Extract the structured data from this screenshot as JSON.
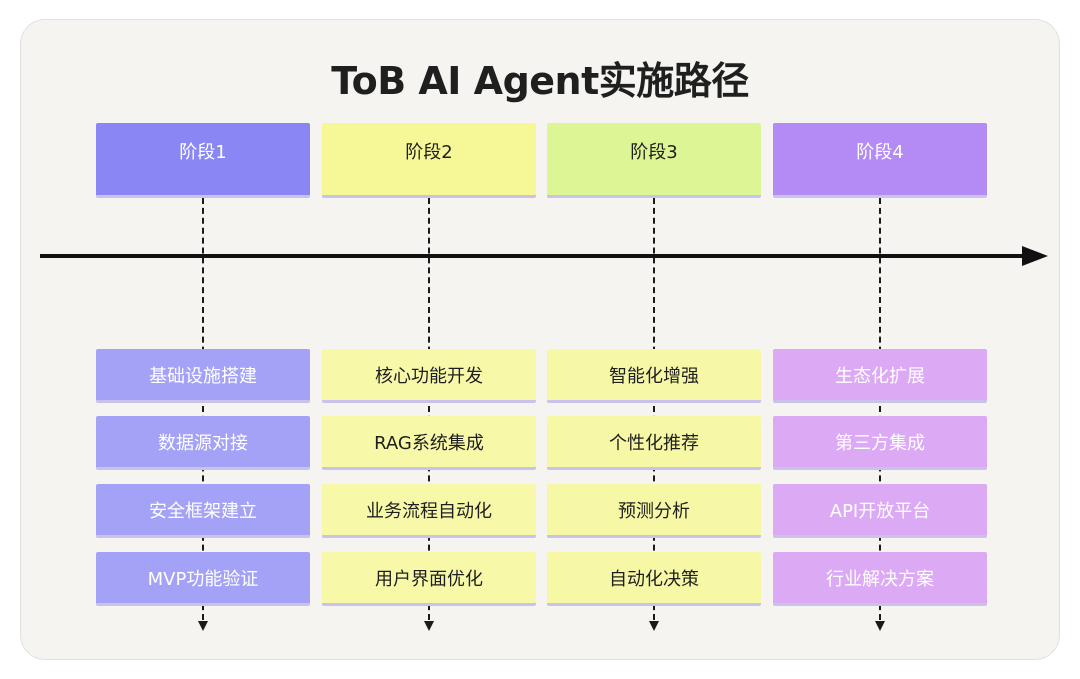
{
  "title": "ToB AI Agent实施路径",
  "colors": {
    "card_bg": "#f5f4f1",
    "timeline": "#111111",
    "stage1": "#8a87f4",
    "stage1_item": "#a3a2f7",
    "stage2": "#f6f797",
    "stage2_item": "#f7f8a8",
    "stage3": "#dcf595",
    "stage3_item": "#f6f8a6",
    "stage4": "#b48af5",
    "stage4_item": "#dcaaf5"
  },
  "stages": [
    {
      "label": "阶段1",
      "items": [
        "基础设施搭建",
        "数据源对接",
        "安全框架建立",
        "MVP功能验证"
      ]
    },
    {
      "label": "阶段2",
      "items": [
        "核心功能开发",
        "RAG系统集成",
        "业务流程自动化",
        "用户界面优化"
      ]
    },
    {
      "label": "阶段3",
      "items": [
        "智能化增强",
        "个性化推荐",
        "预测分析",
        "自动化决策"
      ]
    },
    {
      "label": "阶段4",
      "items": [
        "生态化扩展",
        "第三方集成",
        "API开放平台",
        "行业解决方案"
      ]
    }
  ]
}
